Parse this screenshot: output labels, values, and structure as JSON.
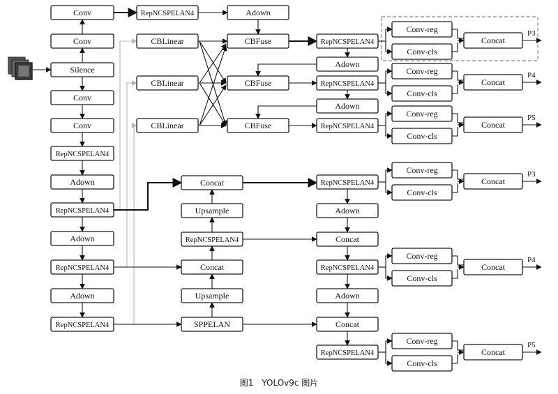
{
  "nodes": {
    "b_conv1": "Conv",
    "b_conv2": "Conv",
    "b_silence": "Silence",
    "b_conv3": "Conv",
    "b_conv4": "Conv",
    "b_rep1": "RepNCSPELAN4",
    "b_adown1": "Adown",
    "b_rep2": "RepNCSPELAN4",
    "b_adown2": "Adown",
    "b_rep3": "RepNCSPELAN4",
    "b_adown3": "Adown",
    "b_rep4": "RepNCSPELAN4",
    "a_rep": "RepNCSPELAN4",
    "a_adown": "Adown",
    "cbl1": "CBLinear",
    "cbl2": "CBLinear",
    "cbl3": "CBLinear",
    "cbf1": "CBFuse",
    "cbf2": "CBFuse",
    "cbf3": "CBFuse",
    "h_rep1": "RepNCSPELAN4",
    "h_adown1": "Adown",
    "h_rep2": "RepNCSPELAN4",
    "h_adown2": "Adown",
    "h_rep3": "RepNCSPELAN4",
    "n_concat1": "Concat",
    "n_up1": "Upsample",
    "n_rep": "RepNCSPELAN4",
    "n_concat2": "Concat",
    "n_up2": "Upsample",
    "n_sppelan": "SPPELAN",
    "m_rep1": "RepNCSPELAN4",
    "m_adown1": "Adown",
    "m_concat1": "Concat",
    "m_rep2": "RepNCSPELAN4",
    "m_adown2": "Adown",
    "m_concat2": "Concat",
    "m_rep3": "RepNCSPELAN4",
    "d1_reg": "Conv-reg",
    "d1_cls": "Conv-cls",
    "d1_cat": "Concat",
    "d2_reg": "Conv-reg",
    "d2_cls": "Conv-cls",
    "d2_cat": "Concat",
    "d3_reg": "Conv-reg",
    "d3_cls": "Conv-cls",
    "d3_cat": "Concat",
    "d4_reg": "Conv-reg",
    "d4_cls": "Conv-cls",
    "d4_cat": "Concat",
    "d5_reg": "Conv-reg",
    "d5_cls": "Conv-cls",
    "d5_cat": "Concat",
    "d6_reg": "Conv-reg",
    "d6_cls": "Conv-cls",
    "d6_cat": "Concat"
  },
  "outputs": {
    "d1": "P3",
    "d2": "P4",
    "d3": "P5",
    "d4": "P3",
    "d5": "P4",
    "d6": "P5"
  },
  "caption": "图1　YOLOv9c 图片",
  "colors": {
    "stroke": "#1a1a1a",
    "auxiliary_edge": "#b3b3b3",
    "input_stack": "#3a3a3a"
  },
  "icons": {
    "input": "image-stack-icon"
  }
}
